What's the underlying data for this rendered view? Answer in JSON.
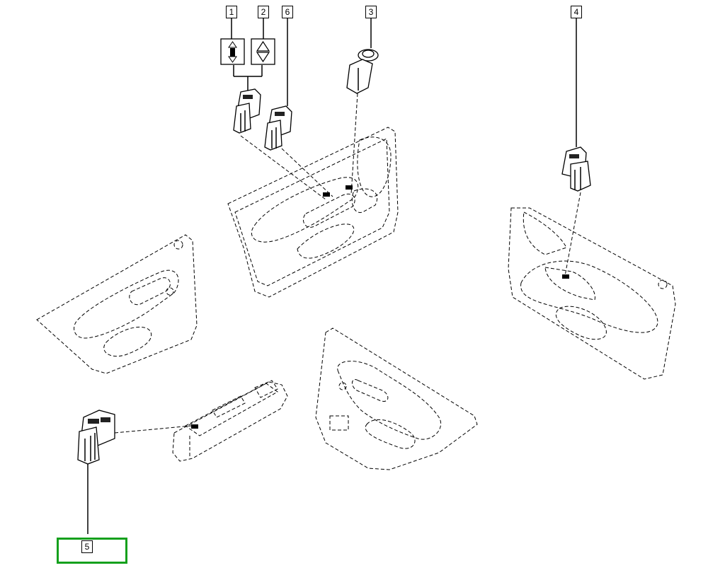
{
  "callouts": [
    {
      "id": "c1",
      "label": "1"
    },
    {
      "id": "c2",
      "label": "2"
    },
    {
      "id": "c6",
      "label": "6"
    },
    {
      "id": "c3",
      "label": "3"
    },
    {
      "id": "c4",
      "label": "4"
    },
    {
      "id": "c5",
      "label": "5"
    }
  ],
  "highlight_color": "#14a01c",
  "icons": [
    "window-up-down-one-touch-icon",
    "window-up-down-icon"
  ]
}
